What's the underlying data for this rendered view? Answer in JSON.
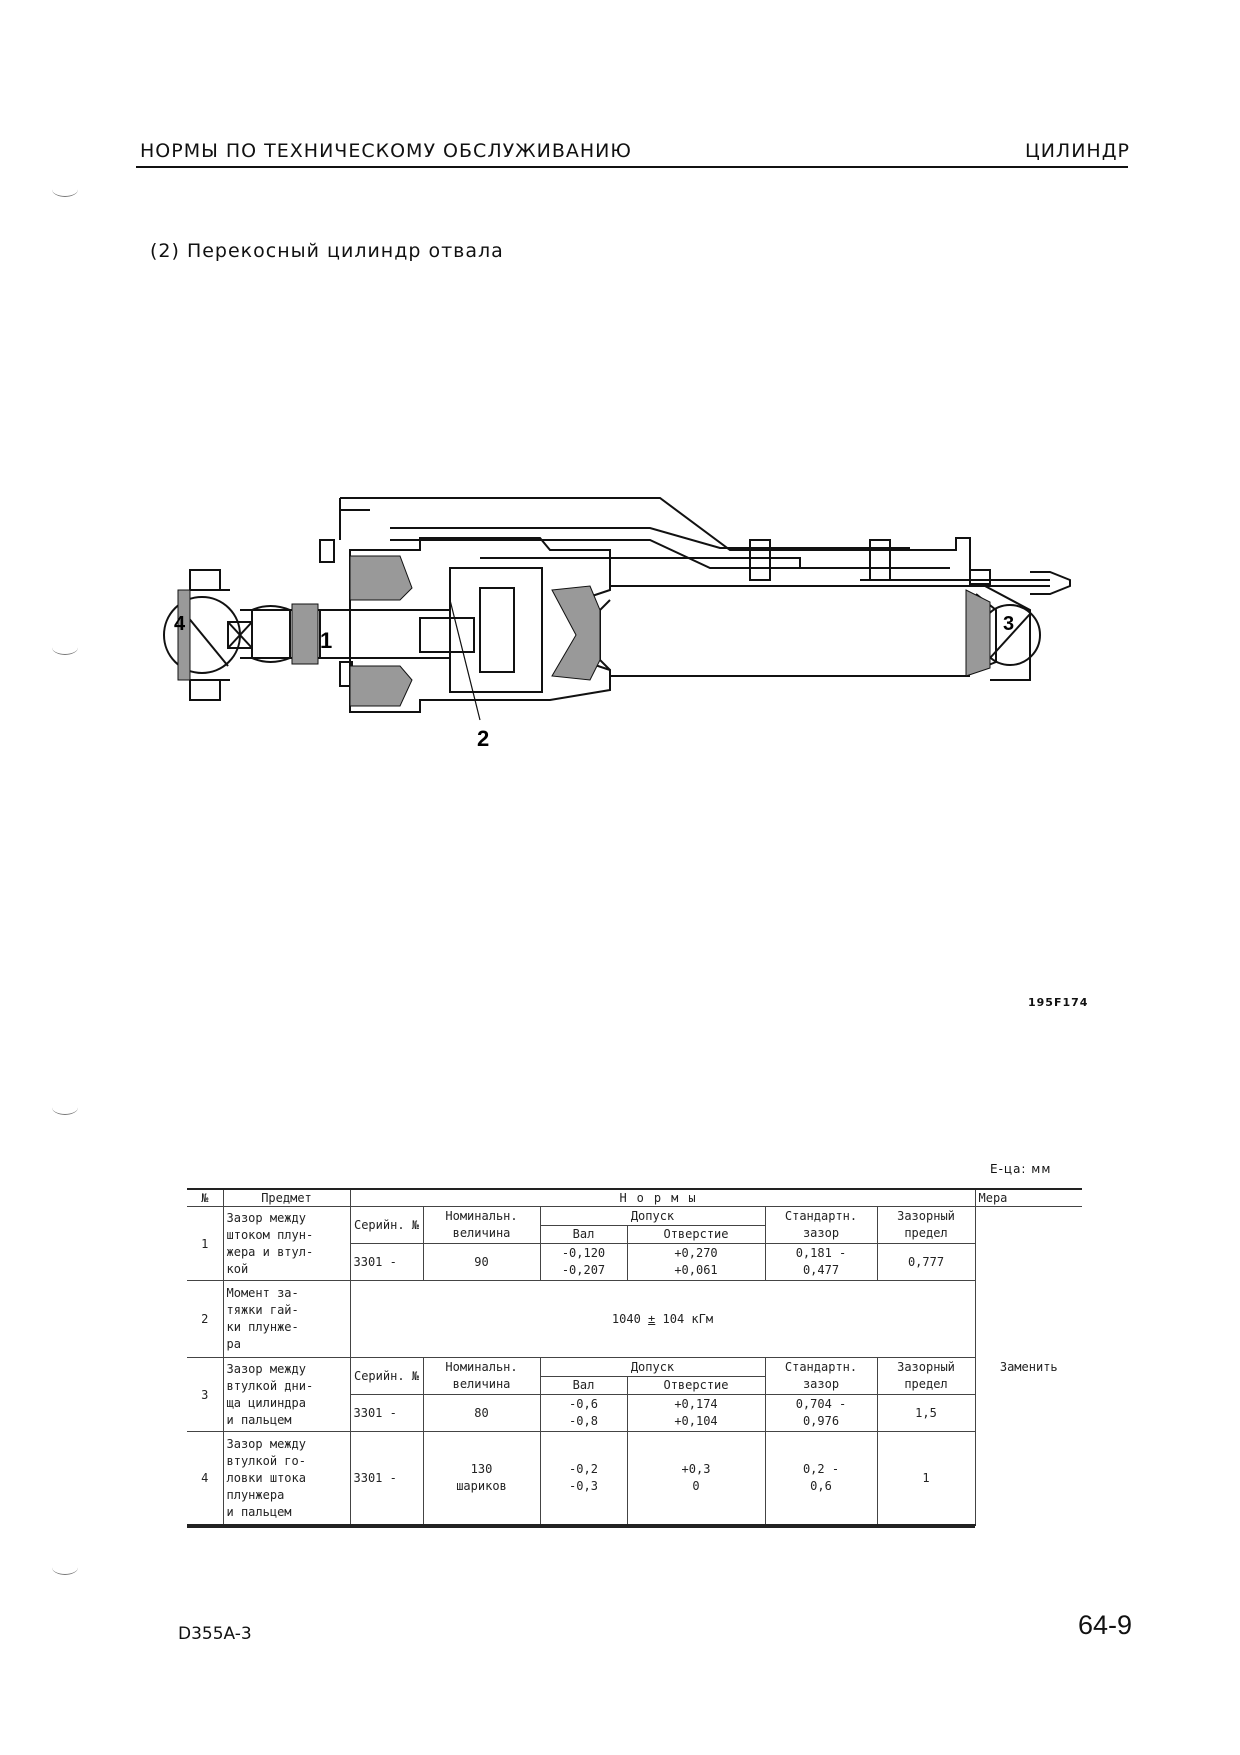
{
  "header": {
    "left": "НОРМЫ ПО ТЕХНИЧЕСКОМУ ОБСЛУЖИВАНИЮ",
    "right": "ЦИЛИНДР"
  },
  "section_title": "(2) Перекосный цилиндр отвала",
  "figure": {
    "callouts": [
      "1",
      "2",
      "3",
      "4"
    ],
    "code": "195F174"
  },
  "unit_note": "Е-ца:  мм",
  "table": {
    "headers": {
      "no": "№",
      "item": "Предмет",
      "norms": "Нормы",
      "measure": "Мера"
    },
    "sub_headers": {
      "serial": "Серийн. №",
      "nominal": "Номинальн. величина",
      "tolerance": "Допуск",
      "shaft": "Вал",
      "hole": "Отверстие",
      "std_clearance": "Стандартн. зазор",
      "limit": "Зазорный предел"
    },
    "rows": [
      {
        "no": "1",
        "item": "Зазор между\nштоком плун-\nжера и втул-\nкой",
        "serial": "3301 -",
        "nominal": "90",
        "shaft": "-0,120\n-0,207",
        "hole": "+0,270\n+0,061",
        "std": "0,181 -\n0,477",
        "limit": "0,777"
      },
      {
        "no": "2",
        "item": "Момент за-\nтяжки гай-\nки плунже-\nра",
        "value_num": "1040",
        "value_pm": "±",
        "value_tol": "104 кГм"
      },
      {
        "no": "3",
        "item": "Зазор между\nвтулкой дни-\nща цилиндра\nи пальцем",
        "serial": "3301 -",
        "nominal": "80",
        "shaft": "-0,6\n-0,8",
        "hole": "+0,174\n+0,104",
        "std": "0,704 -\n0,976",
        "limit": "1,5"
      },
      {
        "no": "4",
        "item": "Зазор между\nвтулкой го-\nловки штока\nплунжера\nи пальцем",
        "serial": "3301 -",
        "nominal": "130\nшариков",
        "shaft": "-0,2\n-0,3",
        "hole": "+0,3\n0",
        "std": "0,2 -\n0,6",
        "limit": "1"
      }
    ],
    "measure_action": "Заменить"
  },
  "footer": {
    "model": "D355A-3",
    "page": "64-9"
  }
}
